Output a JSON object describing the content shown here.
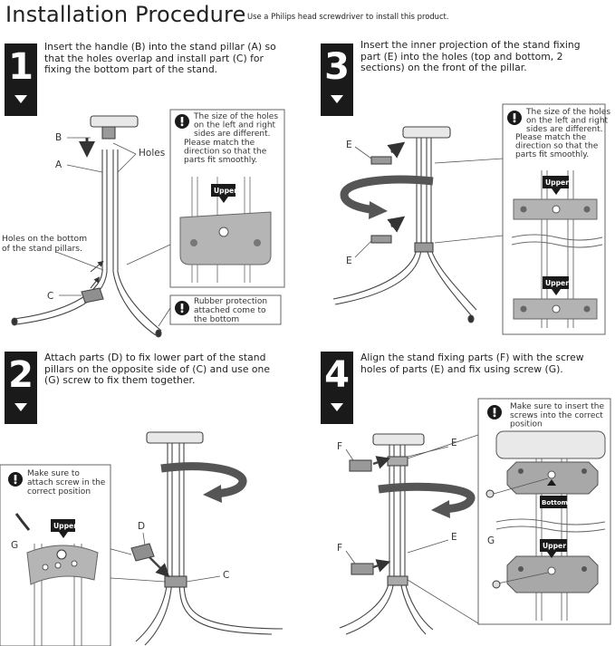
{
  "header": {
    "title": "Installation Procedure",
    "subtitle": "Use a Philips head screwdriver to install this product."
  },
  "steps": [
    {
      "number": "1",
      "text": "Insert the handle (B) into the stand pillar (A) so that the holes overlap and install part (C) for fixing the bottom part of the stand.",
      "labels": {
        "b": "B",
        "a": "A",
        "c": "C",
        "holes": "Holes",
        "bottom_holes_1": "Holes on the bottom",
        "bottom_holes_2": "of the stand pillars."
      },
      "note1": [
        "The size of the holes",
        "on the left and right",
        "sides are different.",
        "Please match the",
        "direction so that the",
        "parts fit smoothly."
      ],
      "note1_tag": "Upper",
      "note2": [
        "Rubber protection",
        "attached come to",
        "the bottom"
      ]
    },
    {
      "number": "2",
      "text": "Attach parts (D) to fix lower part of the stand pillars on the opposite side of (C) and use one (G) screw to fix them together.",
      "labels": {
        "d": "D",
        "c": "C",
        "g": "G"
      },
      "note": [
        "Make sure to",
        "attach screw in the",
        "correct position"
      ],
      "tag": "Upper"
    },
    {
      "number": "3",
      "text": "Insert the inner projection of the stand fixing part (E) into the holes (top and bottom, 2 sections) on the front of the pillar.",
      "labels": {
        "e_top": "E",
        "e_bottom": "E"
      },
      "note": [
        "The size of the holes",
        "on the left and right",
        "sides are different.",
        "Please match the",
        "direction so that the",
        "parts fit smoothly."
      ],
      "tag_top": "Upper",
      "tag_bottom": "Upper"
    },
    {
      "number": "4",
      "text": "Align the stand fixing parts (F) with the screw holes of parts (E) and fix using screw (G).",
      "labels": {
        "f_top": "F",
        "e_top": "E",
        "f_bottom": "F",
        "e_bottom": "E",
        "g": "G"
      },
      "note": [
        "Make sure to insert the",
        "screws into the correct",
        "position"
      ],
      "tag_mid": "Bottom",
      "tag_low": "Upper"
    }
  ],
  "colors": {
    "ink": "#222222",
    "badge": "#1a1a1a",
    "part_gray": "#8f8f8f",
    "arrow_gray": "#555555"
  }
}
